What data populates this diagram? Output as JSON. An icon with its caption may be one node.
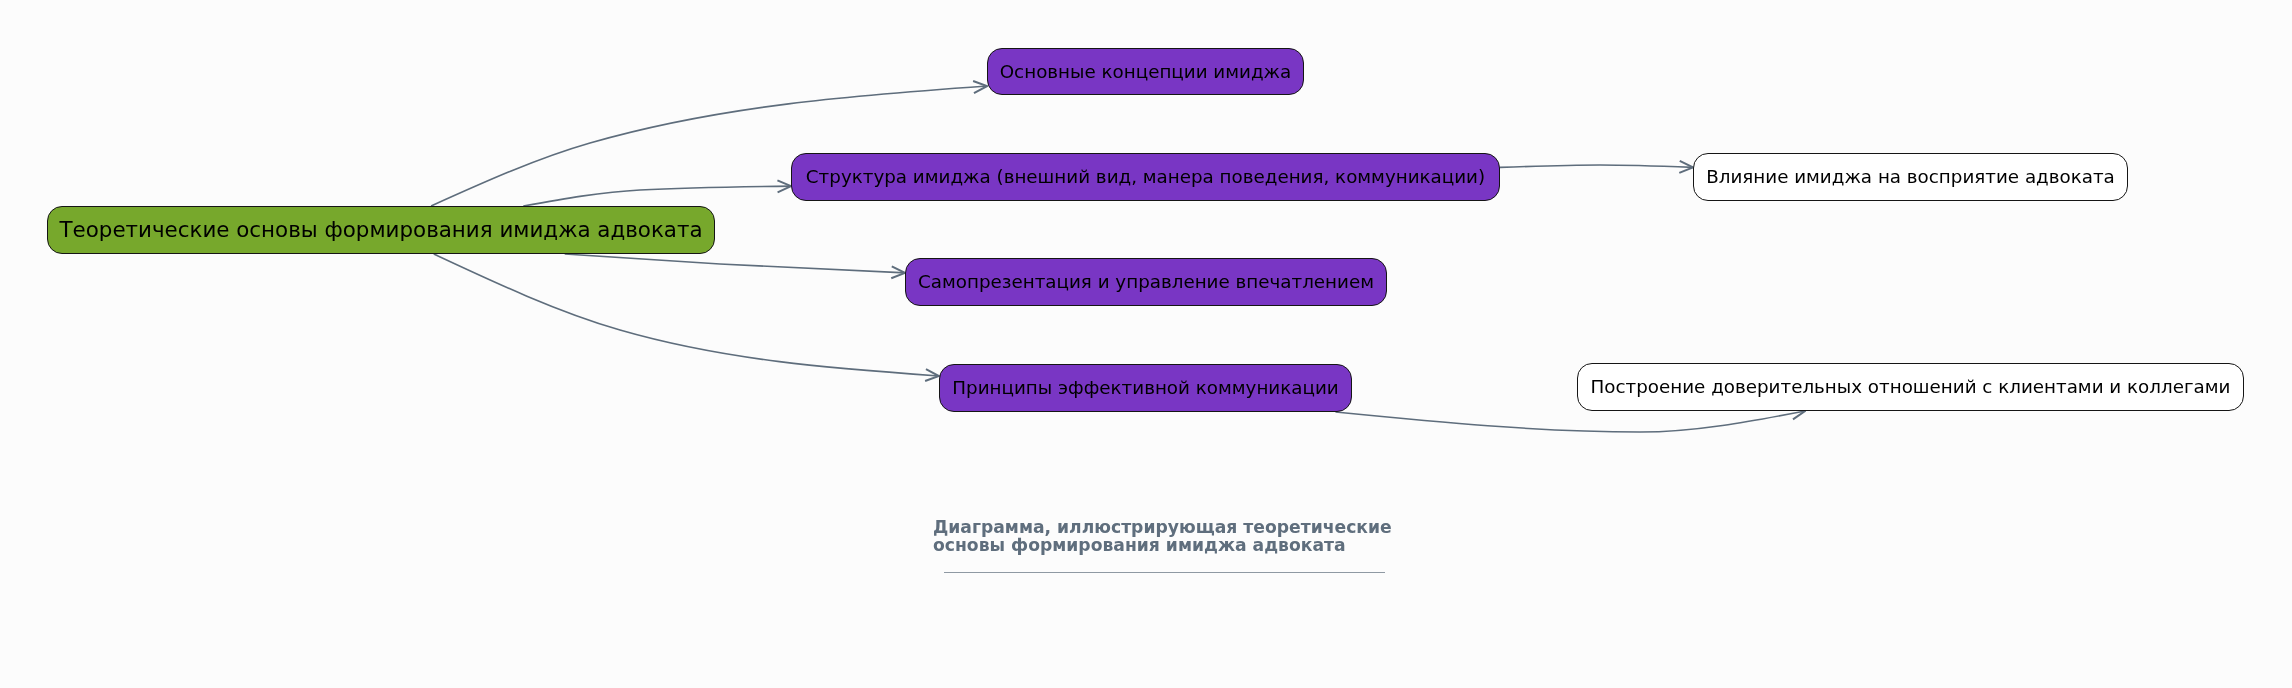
{
  "diagram": {
    "caption": "Диаграмма, иллюстрирующая теоретические основы формирования имиджа адвоката",
    "nodes": [
      {
        "text": [
          "Теоретические основы формирования имиджа адвоката"
        ]
      },
      {
        "text": [
          "Основные концепции имиджа"
        ]
      },
      {
        "text": [
          "Структура имиджа (внешний вид, манера поведения, коммуникации)"
        ]
      },
      {
        "text": [
          "Самопрезентация и управление впечатлением"
        ]
      },
      {
        "text": [
          "Принципы эффективной коммуникации"
        ]
      },
      {
        "text": [
          "Влияние имиджа на восприятие адвоката"
        ]
      },
      {
        "text": [
          "Построение доверительных отношений с клиентами и коллегами"
        ]
      }
    ],
    "edges": [
      {
        "from": 0,
        "to": 1,
        "arrow": "to"
      },
      {
        "from": 0,
        "to": 2,
        "arrow": "to"
      },
      {
        "from": 0,
        "to": 3,
        "arrow": "to"
      },
      {
        "from": 0,
        "to": 4,
        "arrow": "to"
      },
      {
        "from": 2,
        "to": 5,
        "arrow": "to"
      },
      {
        "from": 4,
        "to": 6,
        "arrow": "to"
      }
    ]
  }
}
